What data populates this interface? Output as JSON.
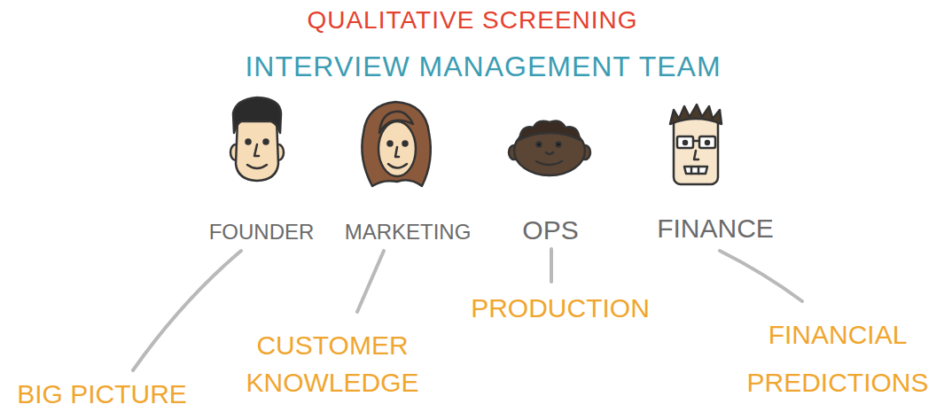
{
  "diagram": {
    "title": "QUALITATIVE SCREENING",
    "labels": [
      "INTERVIEW MANAGEMENT TEAM",
      "FOUNDER",
      "MARKETING",
      "OPS",
      "FINANCE",
      "BIG PICTURE",
      "CUSTOMER KNOWLEDGE",
      "PRODUCTION",
      "FINANCIAL PREDICTIONS"
    ]
  }
}
